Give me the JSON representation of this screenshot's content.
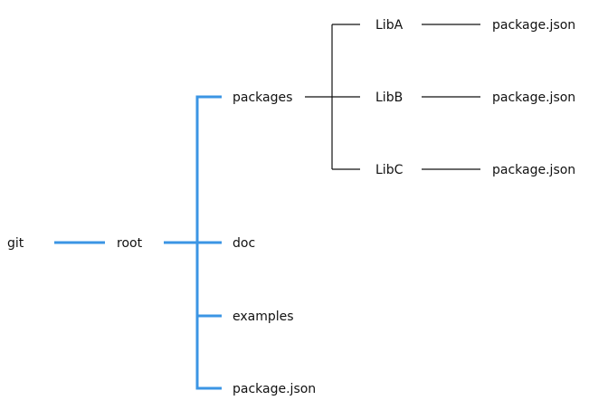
{
  "colors": {
    "primary_edge": "#3b95e4",
    "secondary_edge": "#111111",
    "text": "#111111",
    "background": "#ffffff"
  },
  "nodes": {
    "git": "git",
    "root": "root",
    "packages": "packages",
    "doc": "doc",
    "examples": "examples",
    "root_package_json": "package.json",
    "libA": "LibA",
    "libB": "LibB",
    "libC": "LibC",
    "libA_package_json": "package.json",
    "libB_package_json": "package.json",
    "libC_package_json": "package.json"
  }
}
